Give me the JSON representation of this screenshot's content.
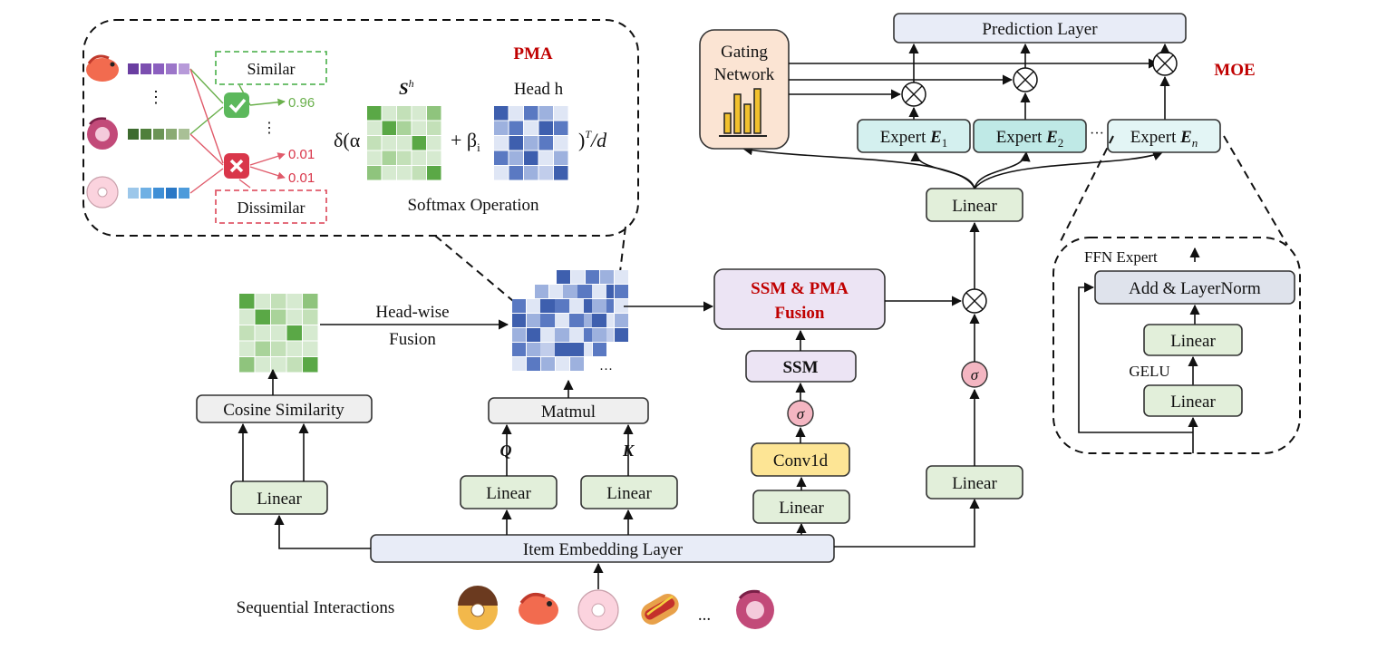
{
  "pma": {
    "title": "PMA",
    "similar": "Similar",
    "dissimilar": "Dissimilar",
    "score_similar": "0.96",
    "score_dissimilar_1": "0.01",
    "score_dissimilar_2": "0.01",
    "vdots": "⋮",
    "formula_delta": "δ(α",
    "formula_plus": "+ β",
    "formula_beta_sub": "i",
    "formula_close": ")",
    "formula_sup": "T",
    "formula_div": "/d",
    "s_label": "S",
    "s_sup": "h",
    "head_label": "Head h",
    "softmax": "Softmax Operation"
  },
  "moe": {
    "title": "MOE",
    "prediction_layer": "Prediction Layer",
    "gating_line1": "Gating",
    "gating_line2": "Network",
    "expert_word": "Expert",
    "expert_1_symbol": "E",
    "expert_1_sub": "1",
    "expert_2_symbol": "E",
    "expert_2_sub": "2",
    "expert_n_symbol": "E",
    "expert_n_sub": "n",
    "expert_dots": "···",
    "linear": "Linear",
    "otimes": "⊗"
  },
  "ffn": {
    "title": "FFN Expert",
    "add_norm": "Add & LayerNorm",
    "linear_top": "Linear",
    "gelu": "GELU",
    "linear_bottom": "Linear"
  },
  "main": {
    "headwise_line1": "Head-wise",
    "headwise_line2": "Fusion",
    "cosine": "Cosine Similarity",
    "matmul": "Matmul",
    "q": "Q",
    "k": "K",
    "linear_cos": "Linear",
    "linear_q": "Linear",
    "linear_k": "Linear",
    "fusion_line1": "SSM & PMA",
    "fusion_line2": "Fusion",
    "ssm": "SSM",
    "sigma": "σ",
    "conv1d": "Conv1d",
    "linear_ssm": "Linear",
    "linear_gate": "Linear",
    "otimes": "⊗",
    "more_dots": "···",
    "item_embedding": "Item Embedding Layer",
    "sequential": "Sequential Interactions",
    "seq_dots": "..."
  },
  "colors": {
    "green_light": "#e2efda",
    "blue_light": "#e8ecf7",
    "purple_light": "#ece4f4",
    "cyan_light": "#d4f0ef",
    "yellow": "#fde595",
    "orange_light": "#fbe4d3",
    "pink": "#f4b6c2",
    "gray_light": "#efefef",
    "title_red": "#c00000"
  }
}
